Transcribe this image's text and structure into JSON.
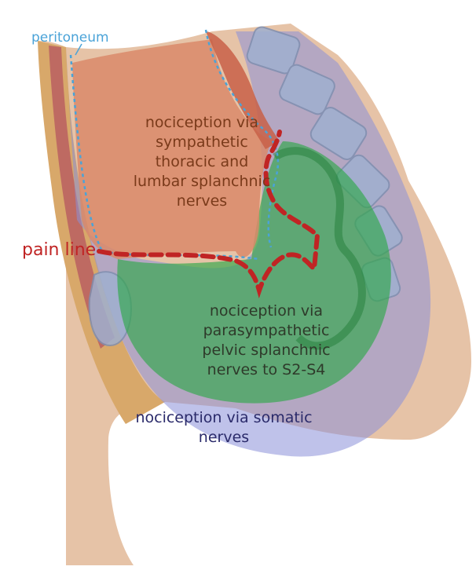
{
  "labels": {
    "peritoneum": "peritoneum",
    "pain_line": "pain line",
    "sympathetic": [
      "nociception via",
      "sympathetic",
      "thoracic and",
      "lumbar splanchnic",
      "nerves"
    ],
    "parasympathetic": [
      "nociception via",
      "parasympathetic",
      "pelvic splanchnic",
      "nerves to S2-S4"
    ],
    "somatic": [
      "nociception via somatic",
      "nerves"
    ]
  },
  "colors": {
    "peritoneum_text": "#4aa3d8",
    "pain_line": "#c02424",
    "sympathetic_text": "#7a3a1a",
    "parasympathetic_text": "#2e3a2a",
    "somatic_text": "#2a2a6a",
    "skin": "#e6c3a7",
    "somatic_region": "#8a90d8",
    "parasympathetic_region": "#2fa84a",
    "sympathetic_region": "#d9896a"
  }
}
